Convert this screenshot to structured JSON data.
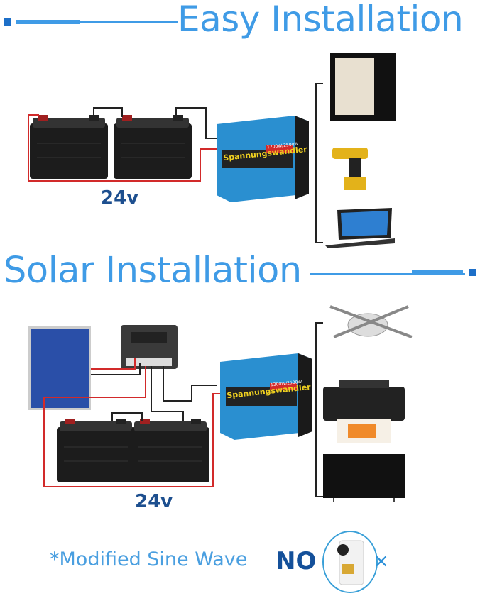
{
  "easy": {
    "title": "Easy Installation",
    "voltage": "24v"
  },
  "solar": {
    "title": "Solar Installation",
    "voltage": "24v"
  },
  "inverter": {
    "brand_label": "Spannungswandler",
    "power_label": "1200W/2500W"
  },
  "footer": {
    "note": "*Modified Sine Wave",
    "no_label": "NO",
    "cross": "×",
    "excluded_device": "coffee-machine"
  },
  "devices_easy": [
    "fridge",
    "drill",
    "laptop"
  ],
  "devices_solar": [
    "drone",
    "printer",
    "tv"
  ],
  "colors": {
    "title_blue": "#3f9be6",
    "dark_blue": "#1d4f8f",
    "inverter_blue": "#2a8fd0",
    "red_wire": "#d22a2a"
  }
}
